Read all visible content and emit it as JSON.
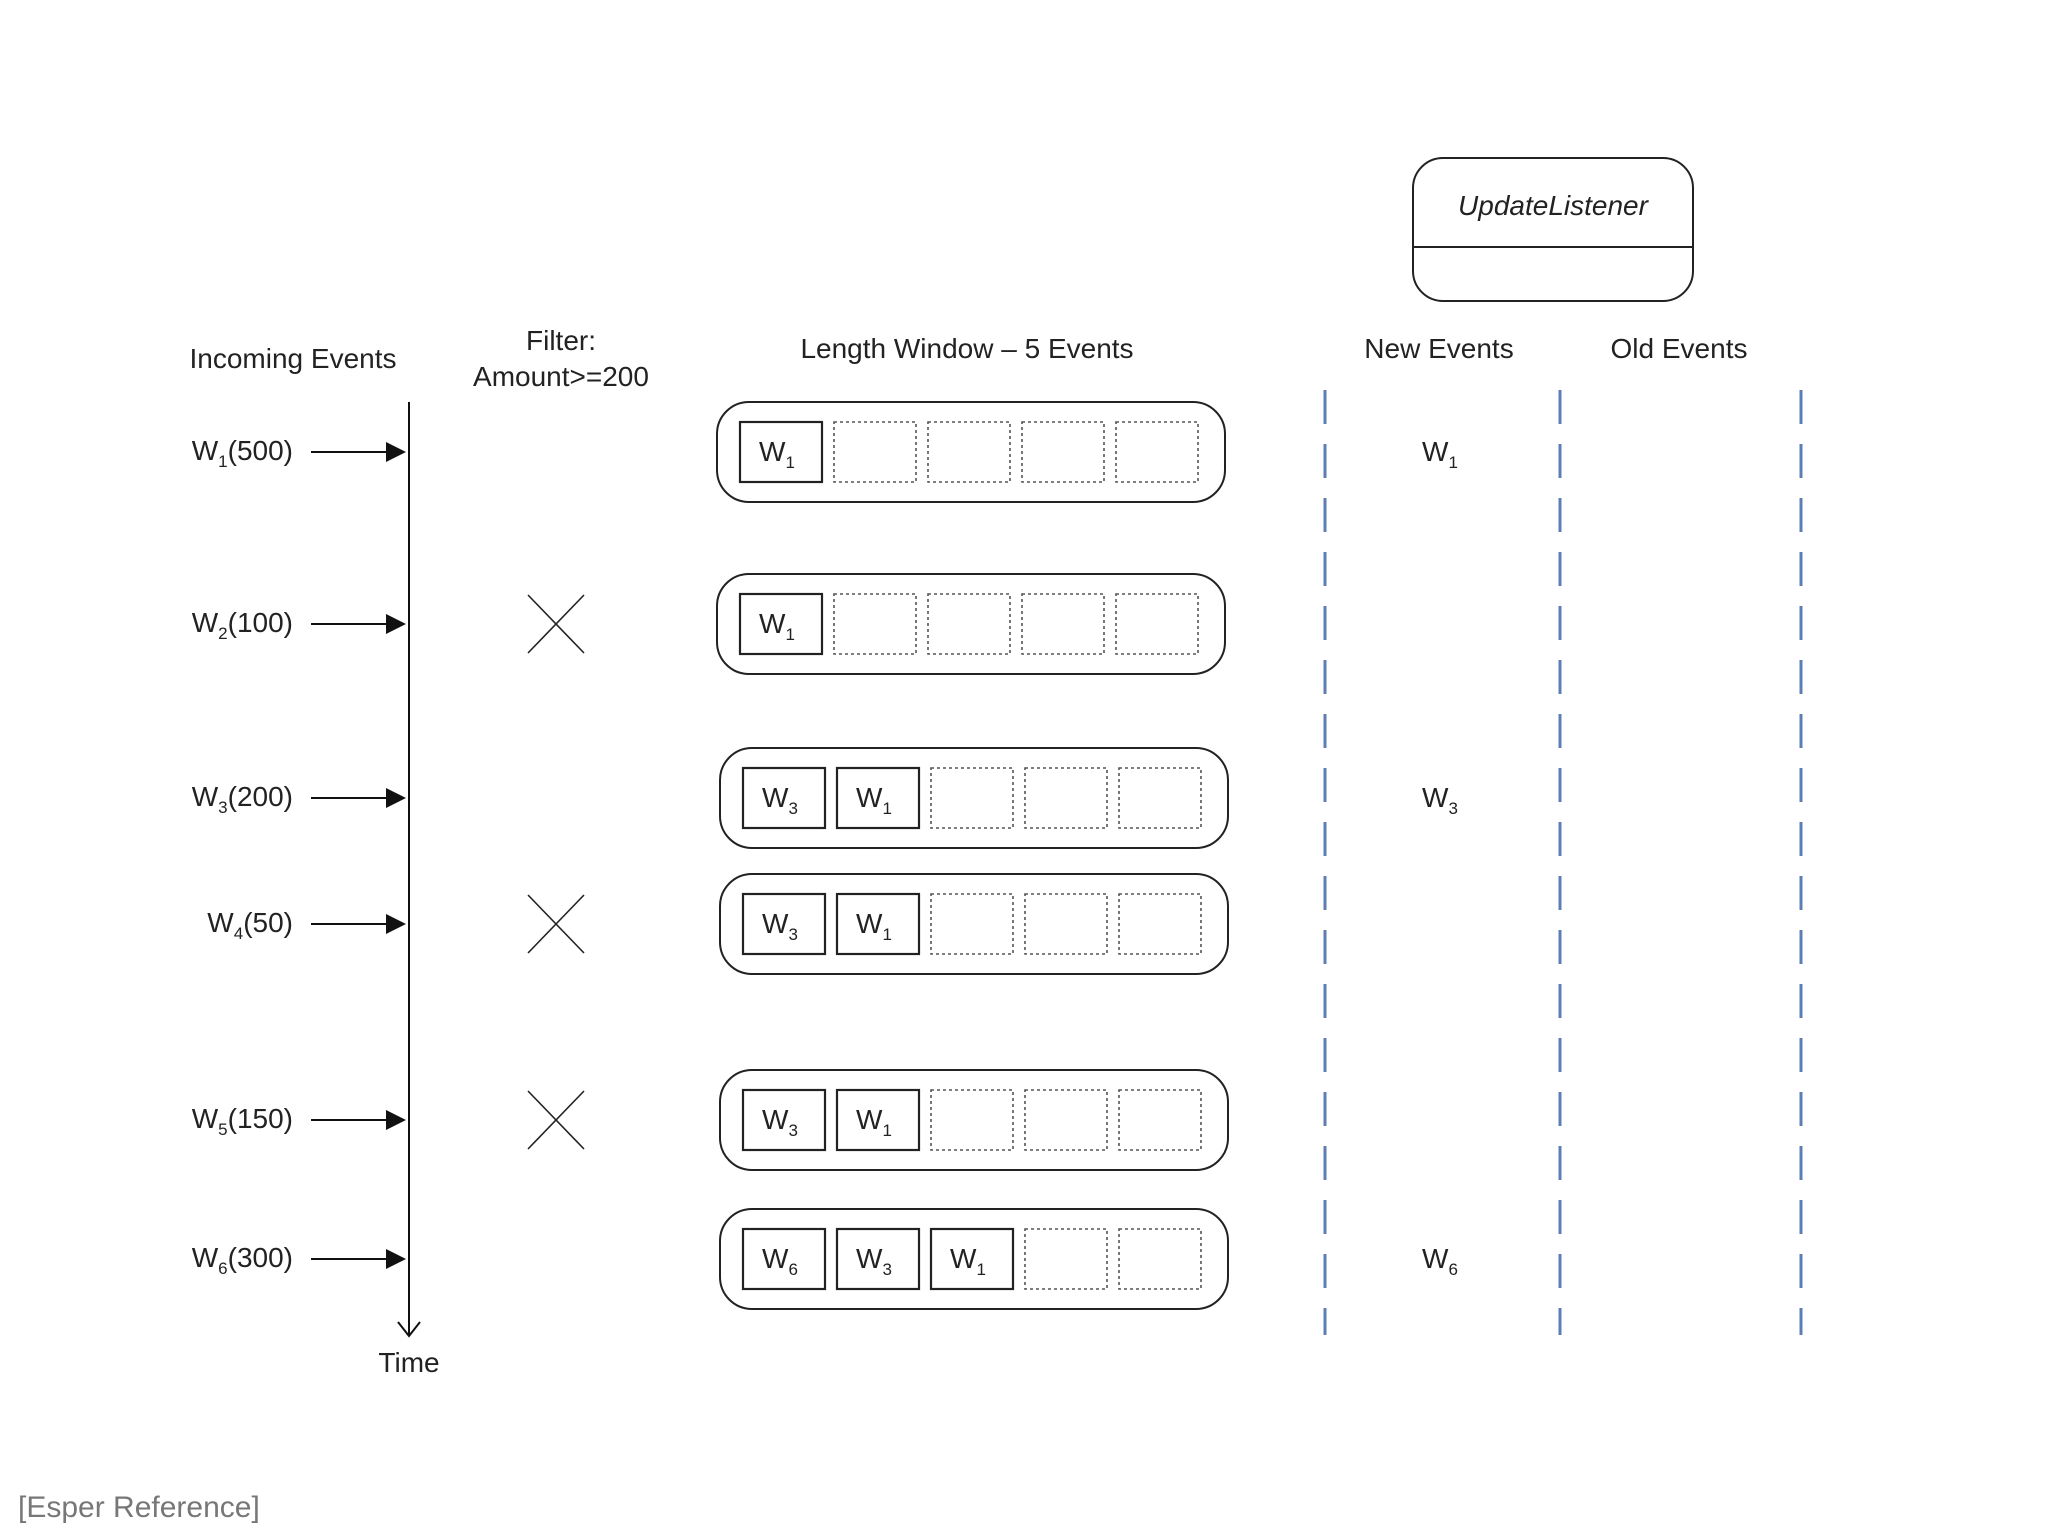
{
  "listener": {
    "title": "UpdateListener"
  },
  "headers": {
    "incoming": "Incoming Events",
    "filter_line1": "Filter:",
    "filter_line2": "Amount>=200",
    "window": "Length Window – 5 Events",
    "new_events": "New Events",
    "old_events": "Old Events"
  },
  "timeline": {
    "label": "Time"
  },
  "events": [
    {
      "base": "W",
      "sub": "1",
      "amount": "(500)",
      "filtered_out": false,
      "window": [
        "1"
      ],
      "new_event_sub": "1"
    },
    {
      "base": "W",
      "sub": "2",
      "amount": "(100)",
      "filtered_out": true,
      "window": [
        "1"
      ],
      "new_event_sub": null
    },
    {
      "base": "W",
      "sub": "3",
      "amount": "(200)",
      "filtered_out": false,
      "window": [
        "3",
        "1"
      ],
      "new_event_sub": "3"
    },
    {
      "base": "W",
      "sub": "4",
      "amount": "(50)",
      "filtered_out": true,
      "window": [
        "3",
        "1"
      ],
      "new_event_sub": null
    },
    {
      "base": "W",
      "sub": "5",
      "amount": "(150)",
      "filtered_out": true,
      "window": [
        "3",
        "1"
      ],
      "new_event_sub": null
    },
    {
      "base": "W",
      "sub": "6",
      "amount": "(300)",
      "filtered_out": false,
      "window": [
        "6",
        "3",
        "1"
      ],
      "new_event_sub": "6"
    }
  ],
  "window_size": 5,
  "citation": "[Esper Reference]",
  "colors": {
    "line": "#111111",
    "divider": "#5b7fb5",
    "empty_slot": "#555555",
    "citation": "#777777"
  },
  "icons": {
    "filtered": "x-mark-icon",
    "arrow": "arrow-right-icon"
  }
}
